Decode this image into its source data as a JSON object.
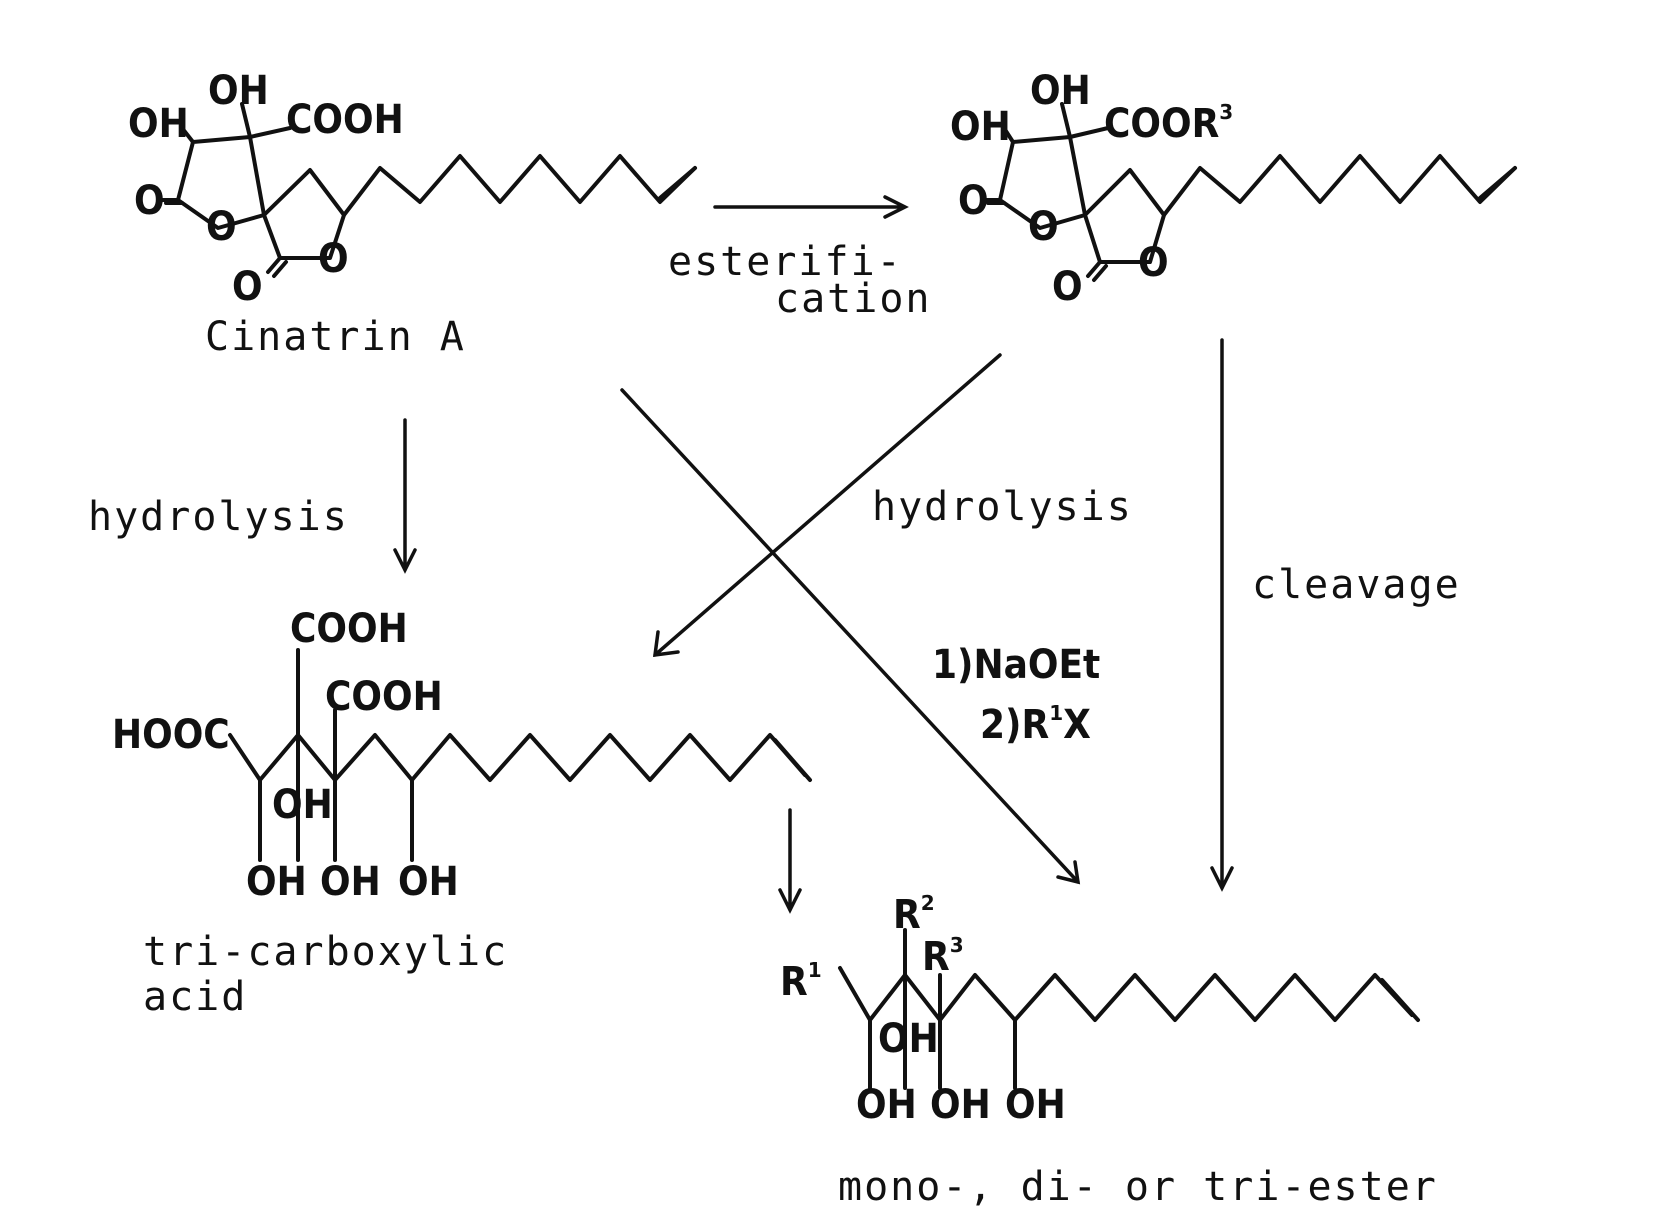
{
  "compounds": {
    "cinatrin": {
      "name": "Cinatrin A",
      "labels": {
        "oh1": "OH",
        "oh2": "OH",
        "acid": "COOH",
        "o_keto1": "O",
        "o_ring1": "O",
        "o_keto2": "O",
        "o_ring2": "O"
      }
    },
    "ester": {
      "labels": {
        "oh1": "OH",
        "oh2": "OH",
        "acid": "COOR",
        "acid_sup": "3",
        "o_keto1": "O",
        "o_ring1": "O",
        "o_keto2": "O",
        "o_ring2": "O"
      }
    },
    "triacid": {
      "name_line1": "tri-carboxylic",
      "name_line2": "acid",
      "labels": {
        "hooc": "HOOC",
        "cooh_top": "COOH",
        "cooh_mid": "COOH",
        "oh_inner": "OH",
        "oh_b1": "OH",
        "oh_b2": "OH",
        "oh_b3": "OH"
      }
    },
    "products": {
      "name": "mono-, di- or tri-ester",
      "labels": {
        "r1": "R",
        "r1_sup": "1",
        "r2": "R",
        "r2_sup": "2",
        "r3": "R",
        "r3_sup": "3",
        "oh_inner": "OH",
        "oh_b1": "OH",
        "oh_b2": "OH",
        "oh_b3": "OH"
      }
    }
  },
  "reactions": {
    "esterification_line1": "esterifi-",
    "esterification_line2": "cation",
    "hydrolysis_left": "hydrolysis",
    "hydrolysis_cross": "hydrolysis",
    "cleavage": "cleavage",
    "step1": "1)NaOEt",
    "step2_prefix": "2)R",
    "step2_sup": "1",
    "step2_suffix": "X"
  }
}
